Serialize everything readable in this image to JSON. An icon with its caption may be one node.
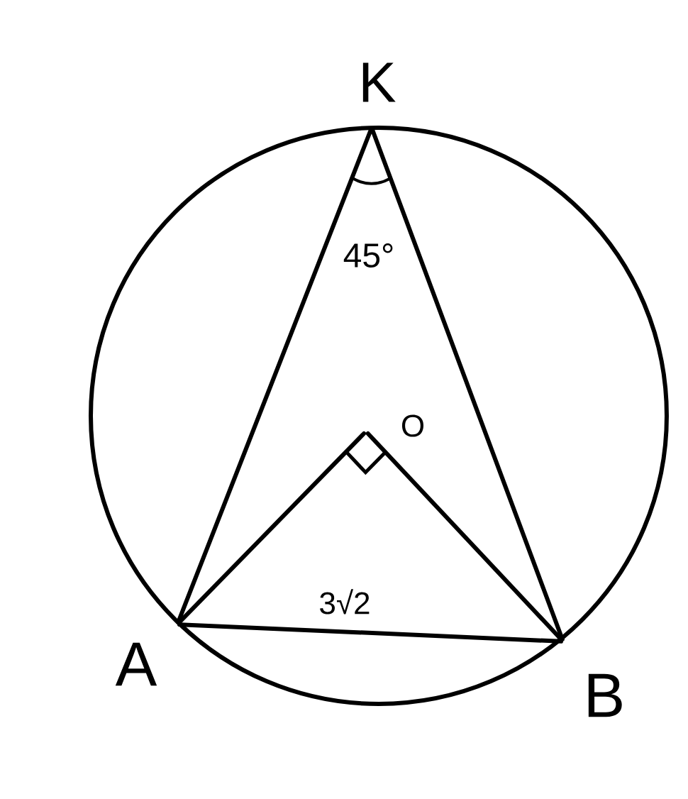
{
  "diagram": {
    "nodes": [
      {
        "text": [
          "K"
        ]
      },
      {
        "text": [
          "O"
        ]
      },
      {
        "text": [
          "A"
        ]
      },
      {
        "text": [
          "B"
        ]
      }
    ],
    "edges": [
      {
        "from": 0,
        "to": 2,
        "arrow": "none"
      },
      {
        "from": 0,
        "to": 3,
        "arrow": "none"
      },
      {
        "from": 2,
        "to": 3,
        "arrow": "none",
        "label": "3√2"
      },
      {
        "from": 1,
        "to": 2,
        "arrow": "none"
      },
      {
        "from": 1,
        "to": 3,
        "arrow": "none"
      }
    ],
    "labels": [
      "45°"
    ]
  }
}
